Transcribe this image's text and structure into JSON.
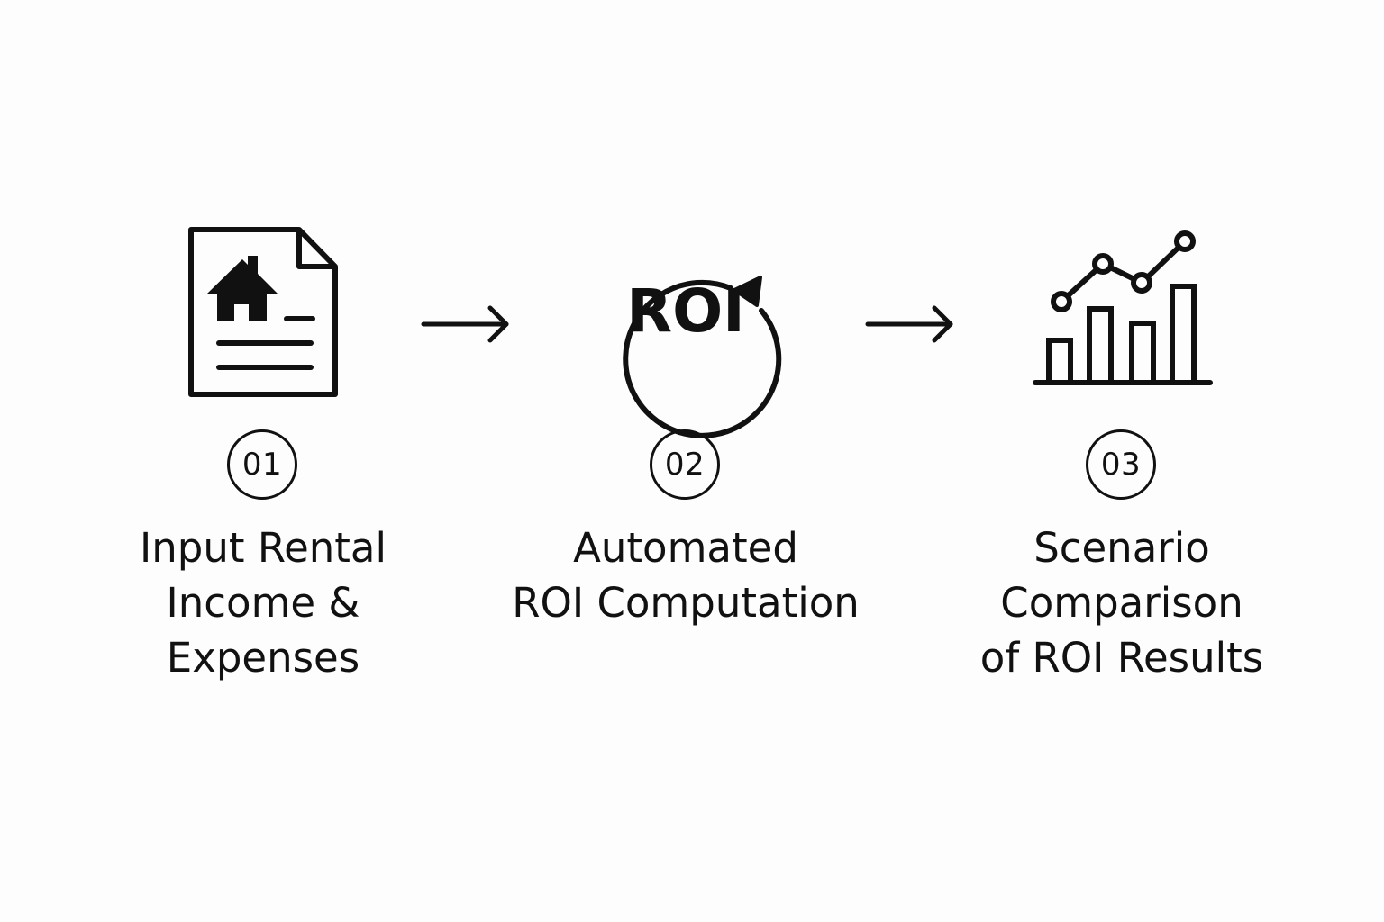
{
  "steps": [
    {
      "number": "01",
      "label_lines": [
        "Input Rental",
        "Income &",
        "Expenses"
      ],
      "icon": "house-document-icon"
    },
    {
      "number": "02",
      "label_lines": [
        "Automated",
        "ROI Computation"
      ],
      "icon": "roi-cycle-icon",
      "icon_text": "ROI"
    },
    {
      "number": "03",
      "label_lines": [
        "Scenario",
        "Comparison",
        "of ROI Results"
      ],
      "icon": "bar-line-chart-icon"
    }
  ],
  "connectors": [
    "arrow-right-icon",
    "arrow-right-icon"
  ],
  "colors": {
    "ink": "#111111",
    "background": "#fdfdfd"
  }
}
